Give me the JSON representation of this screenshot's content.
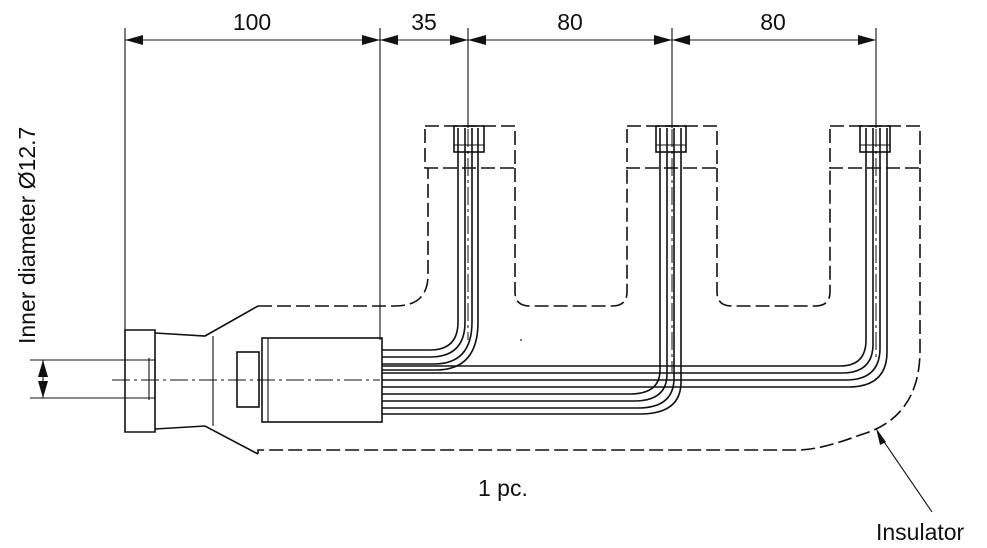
{
  "dimensions": {
    "d1": "100",
    "d2": "35",
    "d3": "80",
    "d4": "80"
  },
  "labels": {
    "inner_diameter": "Inner diameter Ø12.7",
    "quantity": "1 pc.",
    "insulator": "Insulator"
  }
}
